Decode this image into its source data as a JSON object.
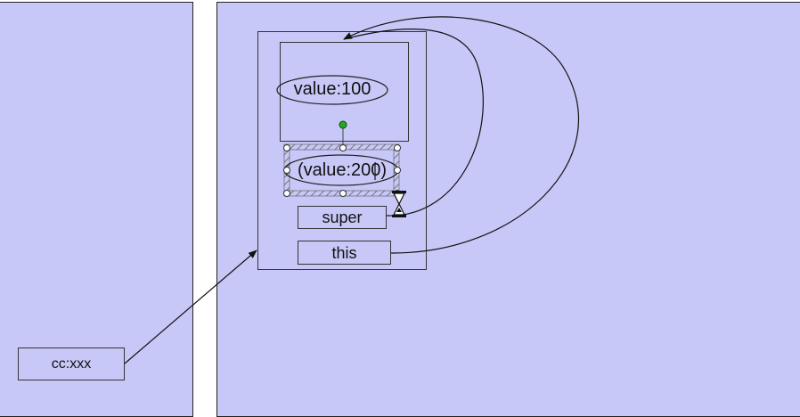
{
  "stack": {
    "variable_label": "cc:xxx"
  },
  "object": {
    "parent_field": "value:100",
    "child_field": "(value:200)",
    "super_label": "super",
    "this_label": "this"
  },
  "colors": {
    "panel": "#c8c8f8",
    "handle": "#22aa22",
    "border": "#333333"
  },
  "icons": [
    "hourglass-icon",
    "rotation-handle-icon",
    "resize-handle-icon"
  ]
}
